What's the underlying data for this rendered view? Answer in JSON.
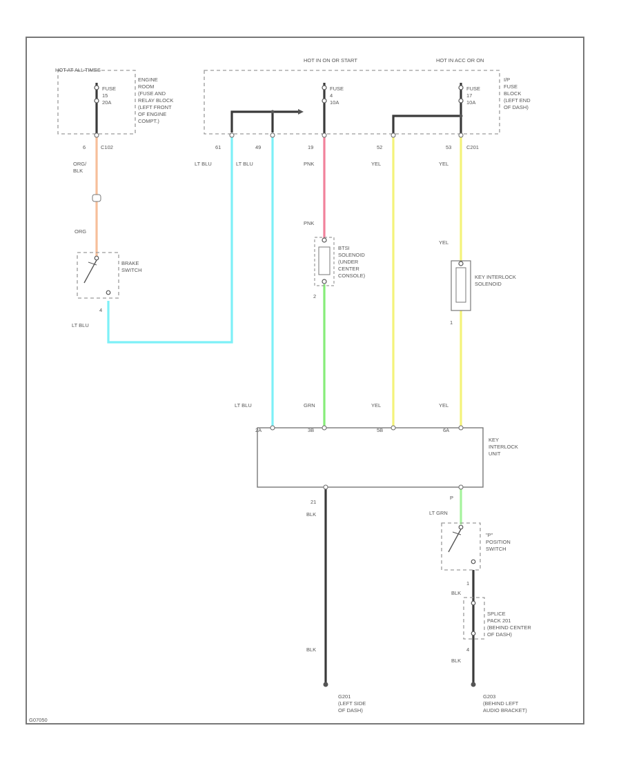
{
  "colors": {
    "lt_blu": "#7df0f7",
    "org": "#f6bf9a",
    "pnk": "#f1819b",
    "yel": "#f4f27a",
    "grn": "#86ec78",
    "lt_grn": "#a5f29d",
    "blk": "#3a3a3a",
    "frame": "#777777"
  },
  "diagram_code": "G07050",
  "power": {
    "hot_at_all_times": "HOT AT ALL TIMES",
    "hot_in_on_or_start": "HOT IN ON OR START",
    "hot_in_acc_or_on": "HOT IN ACC OR ON"
  },
  "fuses": {
    "f15": {
      "fuse": "FUSE",
      "num": "15",
      "amp": "20A"
    },
    "f4": {
      "fuse": "FUSE",
      "num": "4",
      "amp": "10A"
    },
    "f17": {
      "fuse": "FUSE",
      "num": "17",
      "amp": "10A"
    }
  },
  "blocks": {
    "engine_room": [
      "ENGINE",
      "ROOM",
      "(FUSE AND",
      "RELAY BLOCK",
      "(LEFT FRONT",
      "OF ENGINE",
      "COMPT.)"
    ],
    "ip_fuse": [
      "I/P",
      "FUSE",
      "BLOCK",
      "(LEFT END",
      "OF DASH)"
    ]
  },
  "connectors": {
    "c102": "C102",
    "c201": "C201"
  },
  "pins": {
    "p6": "6",
    "p61": "61",
    "p49": "49",
    "p19": "19",
    "p52": "52",
    "p53": "53",
    "p4": "4",
    "p2": "2",
    "p1": "1",
    "p21": "21",
    "pP": "P",
    "pspl1": "1",
    "pspl4": "4"
  },
  "wire_labels": {
    "org_blk": [
      "ORG/",
      "BLK"
    ],
    "org": "ORG",
    "lt_blu_61": "LT BLU",
    "lt_blu_49": "LT BLU",
    "pnk_top": "PNK",
    "pnk_mid": "PNK",
    "yel_52": "YEL",
    "yel_53": "YEL",
    "yel_sol": "YEL",
    "lt_blu_brake": "LT BLU",
    "lt_blu_unit": "LT BLU",
    "grn_unit": "GRN",
    "yel_unit_1": "YEL",
    "yel_unit_2": "YEL",
    "blk_21": "BLK",
    "lt_grn": "LT GRN",
    "blk_sw": "BLK",
    "blk_gnd_left": "BLK",
    "blk_gnd_right": "BLK"
  },
  "components": {
    "brake_switch": [
      "BRAKE",
      "SWITCH"
    ],
    "btsi": [
      "BTSI",
      "SOLENOID",
      "(UNDER",
      "CENTER",
      "CONSOLE)"
    ],
    "key_interlock_solenoid": [
      "KEY INTERLOCK",
      "SOLENOID"
    ],
    "key_interlock_unit": [
      "KEY",
      "INTERLOCK",
      "UNIT"
    ],
    "p_switch": [
      "\"P\"",
      "POSITION",
      "SWITCH"
    ],
    "splice": [
      "SPLICE",
      "PACK 201",
      "(BEHIND CENTER",
      "OF DASH)"
    ]
  },
  "grounds": {
    "g201": [
      "G201",
      "(LEFT SIDE",
      "OF DASH)"
    ],
    "g203": [
      "G203",
      "(BEHIND LEFT",
      "AUDIO BRACKET)"
    ]
  },
  "unit_pins": {
    "a": "2A",
    "b": "3B",
    "c": "5B",
    "d": "6A"
  }
}
